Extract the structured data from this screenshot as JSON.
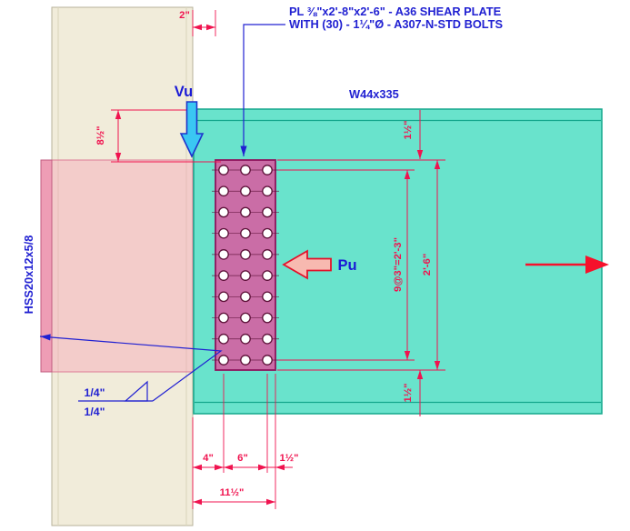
{
  "drawing": {
    "callout": {
      "line1": "PL ⅜\"x2'-8\"x2'-6\" - A36 SHEAR PLATE",
      "line2": "WITH (30) - 1¼\"Ø - A307-N-STD BOLTS"
    },
    "labels": {
      "beam": "W44x335",
      "column": "HSS20x12x5/8"
    },
    "loads": {
      "shear": "Vu",
      "axial": "Pu"
    },
    "weld": {
      "near": "1/4\"",
      "far": "1/4\""
    },
    "dimensions": {
      "gap": "2\"",
      "top_setback": "8½\"",
      "edge_top": "1½\"",
      "bolt_rows": "9@3\"=2'-3\"",
      "plate_height": "2'-6\"",
      "edge_bottom": "1½\"",
      "col_a": "4\"",
      "col_b": "6\"",
      "col_c": "1½\"",
      "total_width": "11½\""
    },
    "bolt_grid": {
      "rows": 10,
      "cols": 3
    },
    "colors": {
      "dimension": "#f0134f",
      "annotation": "#2121d2",
      "beam_fill": "#69e3cc",
      "plate_fill": "#ca6da6",
      "column_fill": "#f1ecda",
      "hss_overlay": "#ee9db5",
      "shear_arrow_fill": "#3ac7f3",
      "axial_arrow_fill": "#f7b9b0",
      "reaction_red": "#f6112b"
    }
  }
}
